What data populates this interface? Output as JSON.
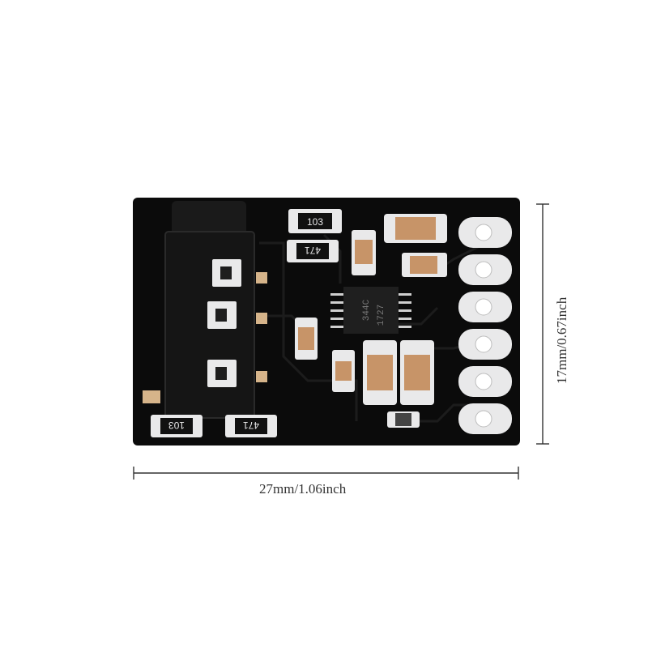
{
  "dimensions": {
    "width": "27mm/1.06inch",
    "height": "17mm/0.67inch"
  },
  "resistors": {
    "r1": "103",
    "r2": "471",
    "r3": "103",
    "r4": "471"
  },
  "chip": {
    "line1": "344C",
    "line2": "1727"
  },
  "colors": {
    "background": "#ffffff",
    "pcb": "#0b0b0b",
    "trace": "#1c1c1c",
    "pad": "#e9e9ea",
    "capacitor": "#c79468",
    "dimension_line": "#333333"
  }
}
